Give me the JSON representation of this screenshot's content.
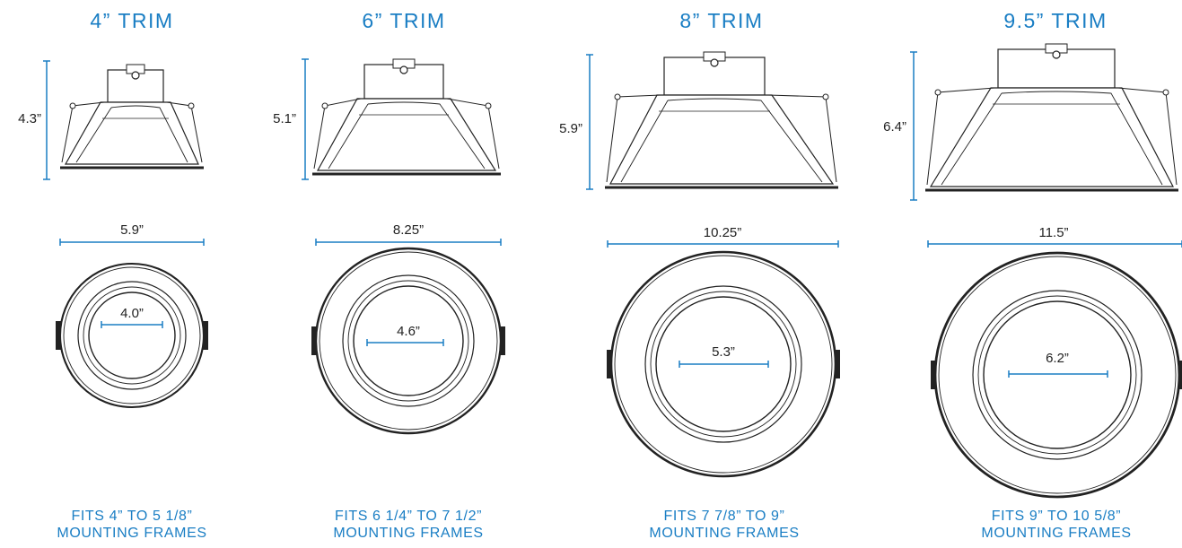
{
  "colors": {
    "accent": "#1a7ec4",
    "line": "#1a7ec4",
    "ink": "#222222"
  },
  "trims": [
    {
      "title": "4” TRIM",
      "height": "4.3”",
      "outer": "5.9”",
      "aperture": "4.0”",
      "caption_line1": "FITS 4” TO 5 1/8”",
      "caption_line2": "MOUNTING FRAMES"
    },
    {
      "title": "6” TRIM",
      "height": "5.1”",
      "outer": "8.25”",
      "aperture": "4.6”",
      "caption_line1": "FITS 6 1/4” TO 7 1/2”",
      "caption_line2": "MOUNTING FRAMES"
    },
    {
      "title": "8” TRIM",
      "height": "5.9”",
      "outer": "10.25”",
      "aperture": "5.3”",
      "caption_line1": "FITS 7 7/8” TO 9”",
      "caption_line2": "MOUNTING FRAMES"
    },
    {
      "title": "9.5” TRIM",
      "height": "6.4”",
      "outer": "11.5”",
      "aperture": "6.2”",
      "caption_line1": "FITS 9” TO 10 5/8”",
      "caption_line2": "MOUNTING FRAMES"
    }
  ]
}
